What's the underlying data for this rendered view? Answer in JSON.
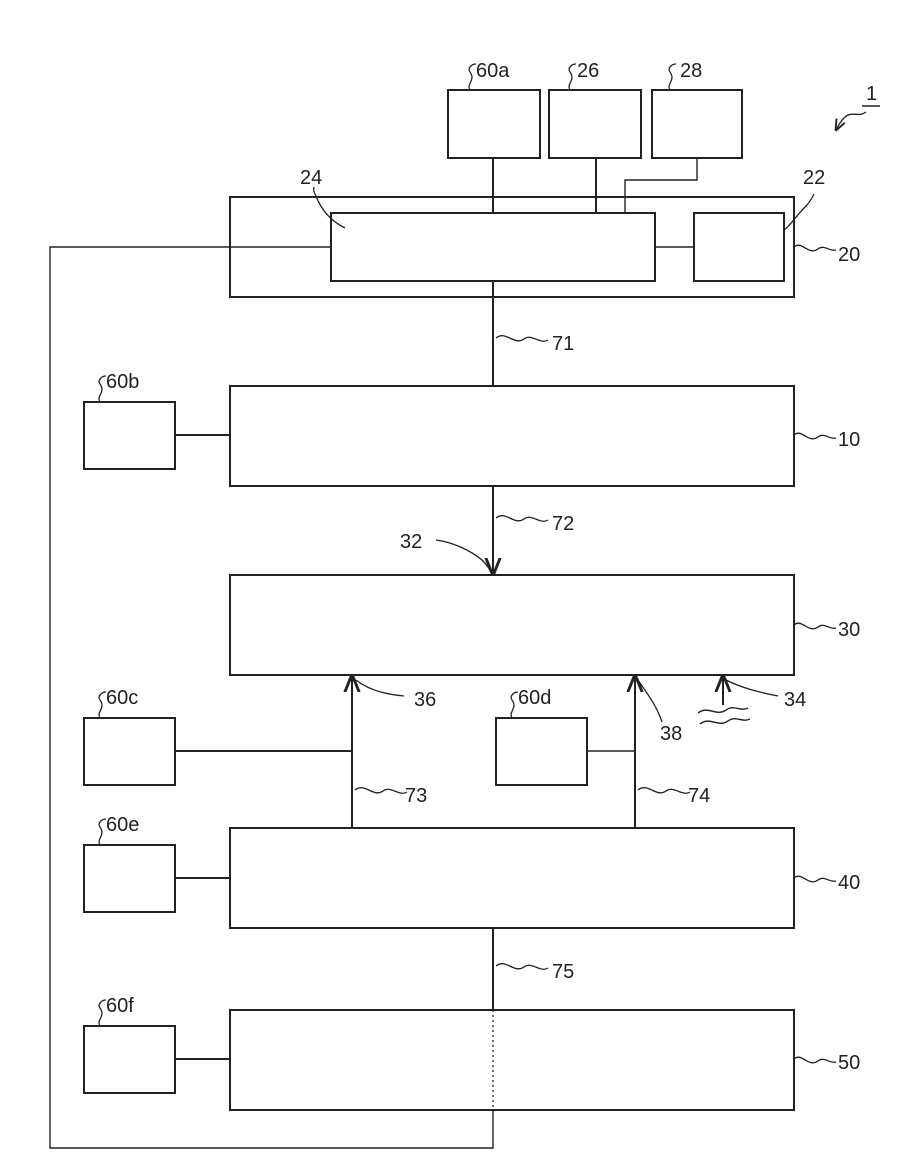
{
  "diagram": {
    "figure_ref": "1",
    "units": {
      "u20": "20",
      "u24": "24",
      "u22": "22",
      "u60a": "60a",
      "u26": "26",
      "u28": "28",
      "u10": "10",
      "u60b": "60b",
      "u30": "30",
      "u32": "32",
      "u34": "34",
      "u36": "36",
      "u38": "38",
      "u40": "40",
      "u60c": "60c",
      "u60d": "60d",
      "u60e": "60e",
      "u50": "50",
      "u60f": "60f"
    },
    "lines": {
      "l71": "71",
      "l72": "72",
      "l73": "73",
      "l74": "74",
      "l75": "75"
    },
    "colors": {
      "stroke": "#222222",
      "background": "#ffffff"
    }
  }
}
